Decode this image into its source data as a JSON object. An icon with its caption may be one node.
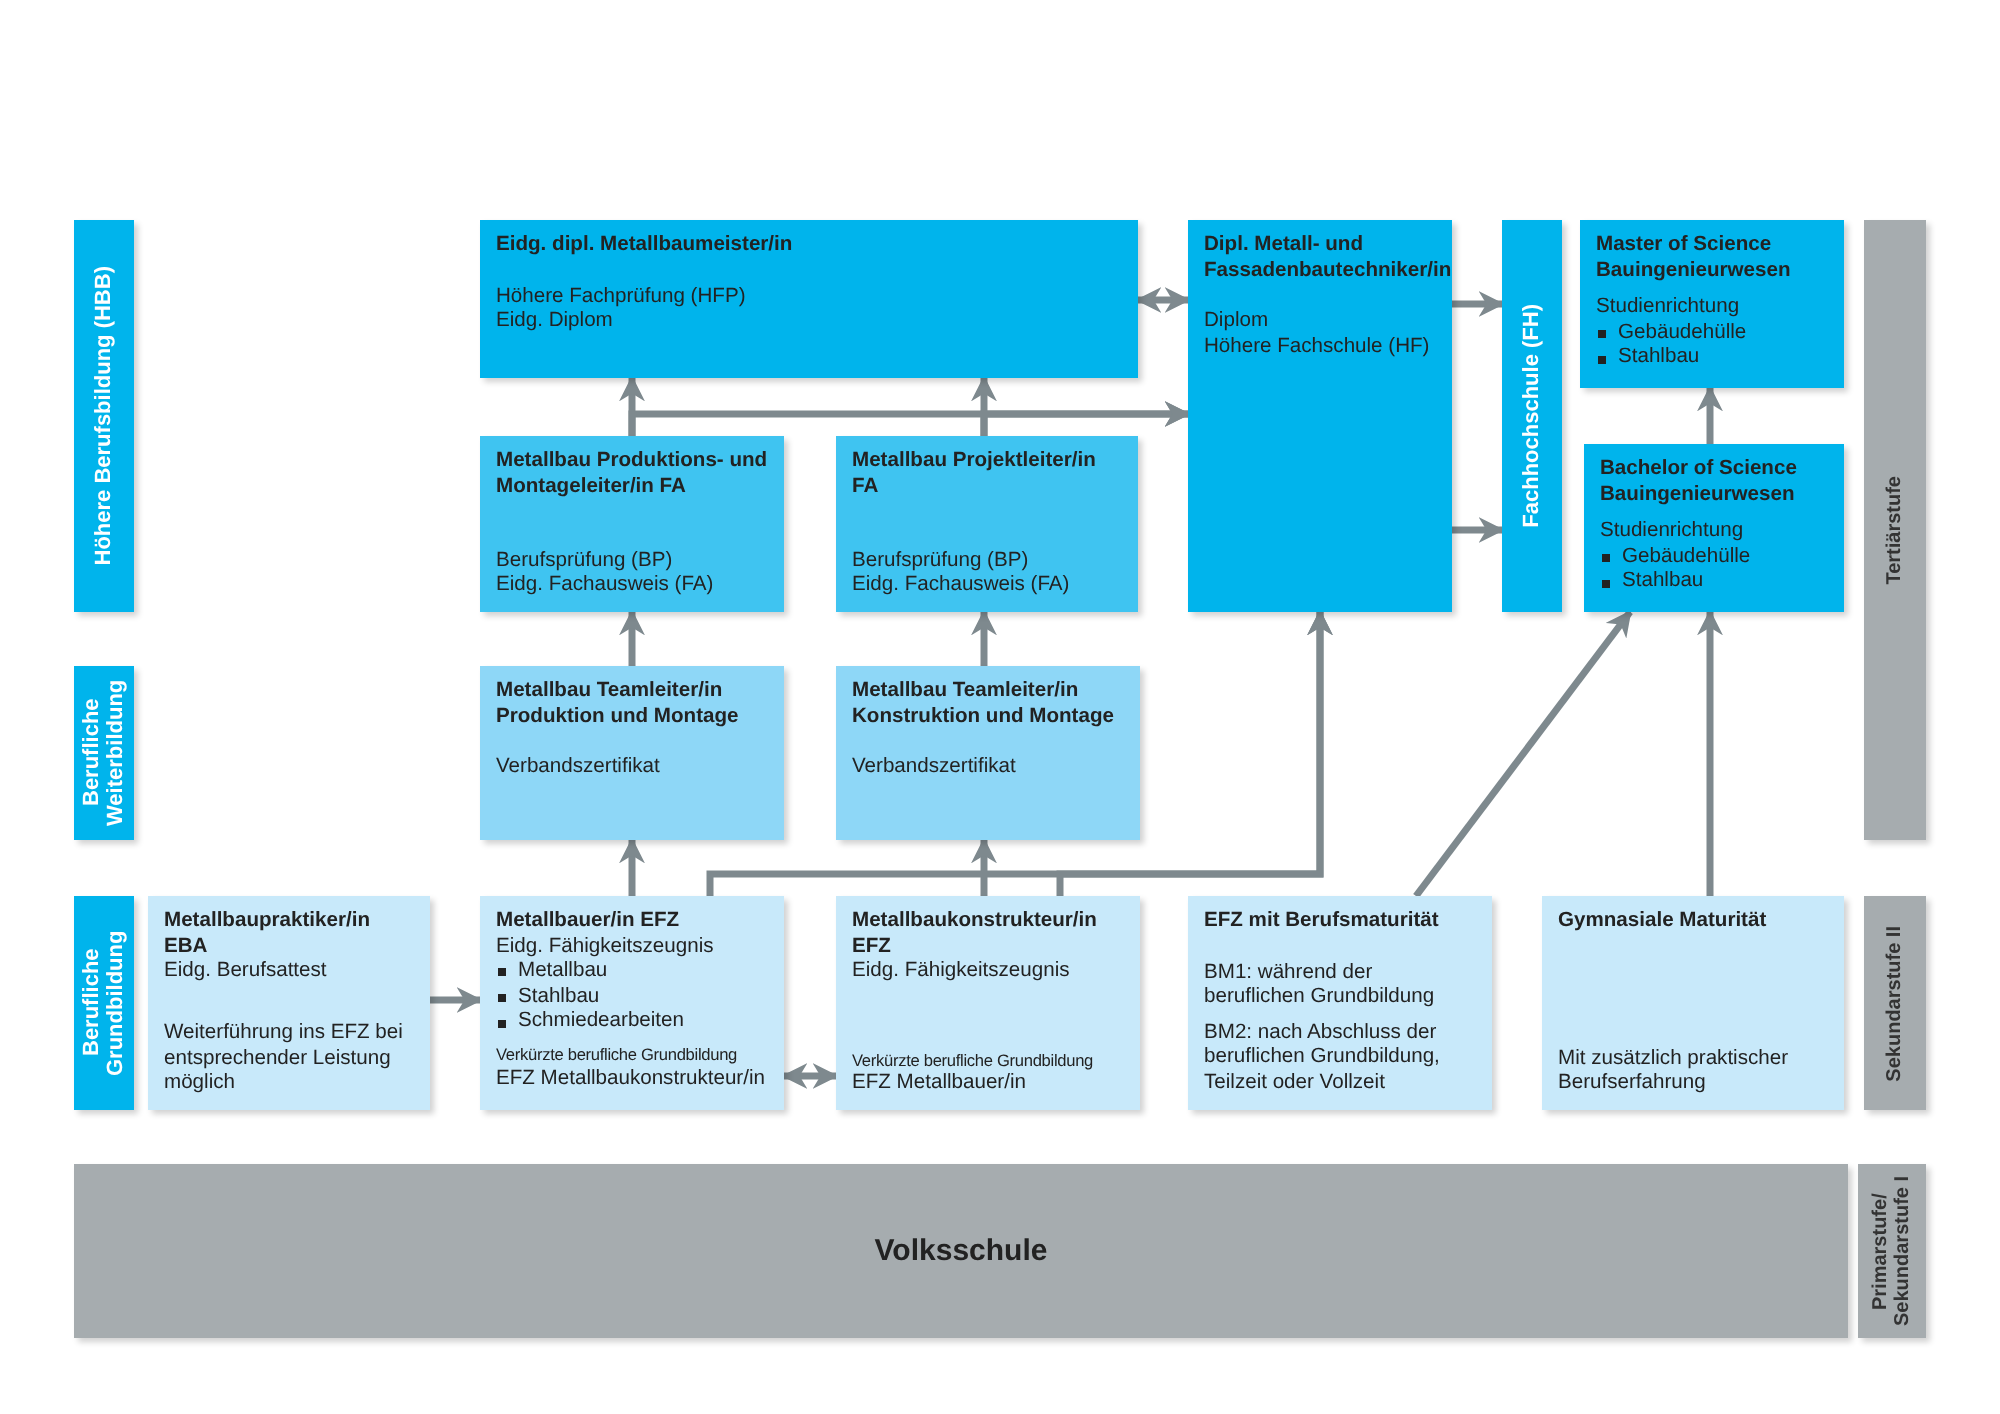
{
  "diagram": {
    "nodes": [
      {
        "text": [
          "Höhere Berufsbildung (HBB)"
        ]
      },
      {
        "text": [
          "Berufliche Weiterbildung"
        ]
      },
      {
        "text": [
          "Berufliche Grundbildung"
        ]
      },
      {
        "text": [
          "Eidg. dipl. Metallbaumeister/in",
          "Höhere Fachprüfung (HFP)",
          "Eidg. Diplom"
        ]
      },
      {
        "text": [
          "Dipl. Metall- und Fassadenbautechniker/in",
          "Diplom",
          "Höhere Fachschule (HF)"
        ]
      },
      {
        "text": [
          "Fachhochschule (FH)"
        ]
      },
      {
        "text": [
          "Master of Science Bauingenieurwesen",
          "Studienrichtung",
          "Gebäudehülle",
          "Stahlbau"
        ]
      },
      {
        "text": [
          "Bachelor of Science Bauingenieurwesen",
          "Studienrichtung",
          "Gebäudehülle",
          "Stahlbau"
        ]
      },
      {
        "text": [
          "Tertiärstufe"
        ]
      },
      {
        "text": [
          "Metallbau Produktions- und Montageleiter/in FA",
          "Berufsprüfung (BP)",
          "Eidg. Fachausweis (FA)"
        ]
      },
      {
        "text": [
          "Metallbau Projektleiter/in FA",
          "Berufsprüfung (BP)",
          "Eidg. Fachausweis (FA)"
        ]
      },
      {
        "text": [
          "Metallbau Teamleiter/in Produktion und Montage",
          "Verbandszertifikat"
        ]
      },
      {
        "text": [
          "Metallbau Teamleiter/in Konstruktion und Montage",
          "Verbandszertifikat"
        ]
      },
      {
        "text": [
          "Metallbaupraktiker/in EBA",
          "Eidg. Berufsattest",
          "Weiterführung ins EFZ bei entsprechender Leistung möglich"
        ]
      },
      {
        "text": [
          "Metallbauer/in EFZ",
          "Eidg. Fähigkeitszeugnis",
          "Metallbau",
          "Stahlbau",
          "Schmiedearbeiten",
          "Verkürzte berufliche Grundbildung",
          "EFZ Metallbaukonstrukteur/in"
        ]
      },
      {
        "text": [
          "Metallbaukonstrukteur/in EFZ",
          "Eidg. Fähigkeitszeugnis",
          "Verkürzte berufliche Grundbildung",
          "EFZ Metallbauer/in"
        ]
      },
      {
        "text": [
          "EFZ mit Berufsmaturität",
          "BM1: während der beruflichen Grundbildung",
          "BM2: nach Abschluss der beruflichen Grundbildung, Teilzeit oder Vollzeit"
        ]
      },
      {
        "text": [
          "Gymnasiale Maturität",
          "Mit zusätzlich praktischer Berufserfahrung"
        ]
      },
      {
        "text": [
          "Sekundarstufe II"
        ]
      },
      {
        "text": [
          "Volksschule"
        ]
      },
      {
        "text": [
          "Primarstufe/ Sekundarstufe I"
        ]
      }
    ],
    "edges": [
      {
        "from": 4,
        "to": 3,
        "arrow": "both"
      },
      {
        "from": 9,
        "to": 3,
        "arrow": "to"
      },
      {
        "from": 10,
        "to": 3,
        "arrow": "to"
      },
      {
        "from": 9,
        "to": 4,
        "arrow": "to"
      },
      {
        "from": 10,
        "to": 4,
        "arrow": "to"
      },
      {
        "from": 4,
        "to": 5,
        "arrow": "to"
      },
      {
        "from": 4,
        "to": 5,
        "arrow": "to"
      },
      {
        "from": 7,
        "to": 6,
        "arrow": "to"
      },
      {
        "from": 11,
        "to": 9,
        "arrow": "to"
      },
      {
        "from": 12,
        "to": 10,
        "arrow": "to"
      },
      {
        "from": 14,
        "to": 11,
        "arrow": "to"
      },
      {
        "from": 15,
        "to": 12,
        "arrow": "to"
      },
      {
        "from": 14,
        "to": 4,
        "arrow": "to"
      },
      {
        "from": 15,
        "to": 4,
        "arrow": "to"
      },
      {
        "from": 16,
        "to": 7,
        "arrow": "to"
      },
      {
        "from": 17,
        "to": 7,
        "arrow": "to"
      },
      {
        "from": 13,
        "to": 14,
        "arrow": "to"
      },
      {
        "from": 14,
        "to": 15,
        "arrow": "both"
      }
    ]
  }
}
